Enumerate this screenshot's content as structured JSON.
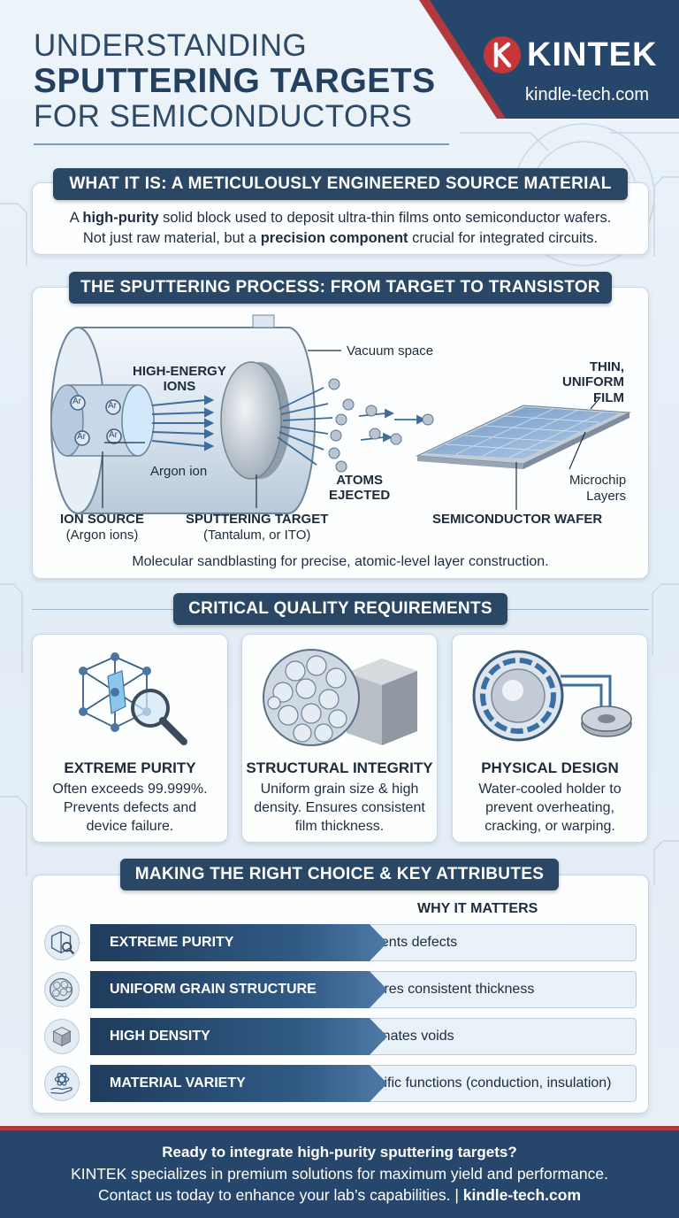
{
  "header": {
    "title_line1": "UNDERSTANDING",
    "title_line2": "SPUTTERING TARGETS",
    "title_line3": "FOR SEMICONDUCTORS",
    "brand": "KINTEK",
    "website": "kindle-tech.com"
  },
  "what_it_is": {
    "heading": "WHAT IT IS: A METICULOUSLY ENGINEERED SOURCE MATERIAL",
    "line1_pre": "A ",
    "line1_bold": "high-purity",
    "line1_post": " solid block used to deposit ultra-thin films onto semiconductor wafers.",
    "line2_pre": "Not just raw material, but a ",
    "line2_bold": "precision component",
    "line2_post": " crucial for integrated circuits."
  },
  "process": {
    "heading": "THE SPUTTERING PROCESS: FROM TARGET TO TRANSISTOR",
    "vacuum_space": "Vacuum space",
    "high_energy_ions_1": "HIGH-ENERGY",
    "high_energy_ions_2": "IONS",
    "argon_ion": "Argon ion",
    "ion_label": "Ar",
    "atoms_ejected_1": "ATOMS",
    "atoms_ejected_2": "EJECTED",
    "thin_film_1": "THIN,",
    "thin_film_2": "UNIFORM",
    "thin_film_3": "FILM",
    "microchip_1": "Microchip",
    "microchip_2": "Layers",
    "ion_source_1": "ION SOURCE",
    "ion_source_2": "(Argon ions)",
    "target_1": "SPUTTERING TARGET",
    "target_2": "(Tantalum, or ITO)",
    "wafer": "SEMICONDUCTOR WAFER",
    "caption": "Molecular sandblasting for precise, atomic-level layer construction."
  },
  "quality": {
    "heading": "CRITICAL QUALITY REQUIREMENTS",
    "cards": [
      {
        "title": "EXTREME PURITY",
        "l1": "Often exceeds 99.999%.",
        "l2": "Prevents defects and",
        "l3": "device failure.",
        "icon": "crystal-magnifier-icon"
      },
      {
        "title": "STRUCTURAL INTEGRITY",
        "l1": "Uniform grain size & high",
        "l2": "density. Ensures consistent",
        "l3": "film thickness.",
        "icon": "grain-structure-icon"
      },
      {
        "title": "PHYSICAL DESIGN",
        "l1": "Water-cooled holder to",
        "l2": "prevent overheating,",
        "l3": "cracking, or warping.",
        "icon": "cooled-holder-icon"
      }
    ]
  },
  "choice": {
    "heading": "MAKING THE RIGHT CHOICE & KEY ATTRIBUTES",
    "why_header": "WHY IT MATTERS",
    "rows": [
      {
        "attribute": "EXTREME PURITY",
        "why": "Prevents defects",
        "icon": "crystal-icon"
      },
      {
        "attribute": "UNIFORM GRAIN STRUCTURE",
        "why": "Ensures consistent thickness",
        "icon": "grain-icon"
      },
      {
        "attribute": "HIGH DENSITY",
        "why": "Eliminates voids",
        "icon": "cube-icon"
      },
      {
        "attribute": "MATERIAL VARIETY",
        "why": "Specific functions (conduction, insulation)",
        "icon": "hand-atom-icon"
      }
    ]
  },
  "footer": {
    "line1": "Ready to integrate high-purity sputtering targets?",
    "line2": "KINTEK specializes in premium solutions for maximum yield and performance.",
    "line3_pre": "Contact us today to enhance your lab’s capabilities.  |  ",
    "line3_link": "kindle-tech.com"
  },
  "colors": {
    "navy": "#2a4866",
    "brand_red": "#b23a3c",
    "card_bg": "#ffffff"
  }
}
